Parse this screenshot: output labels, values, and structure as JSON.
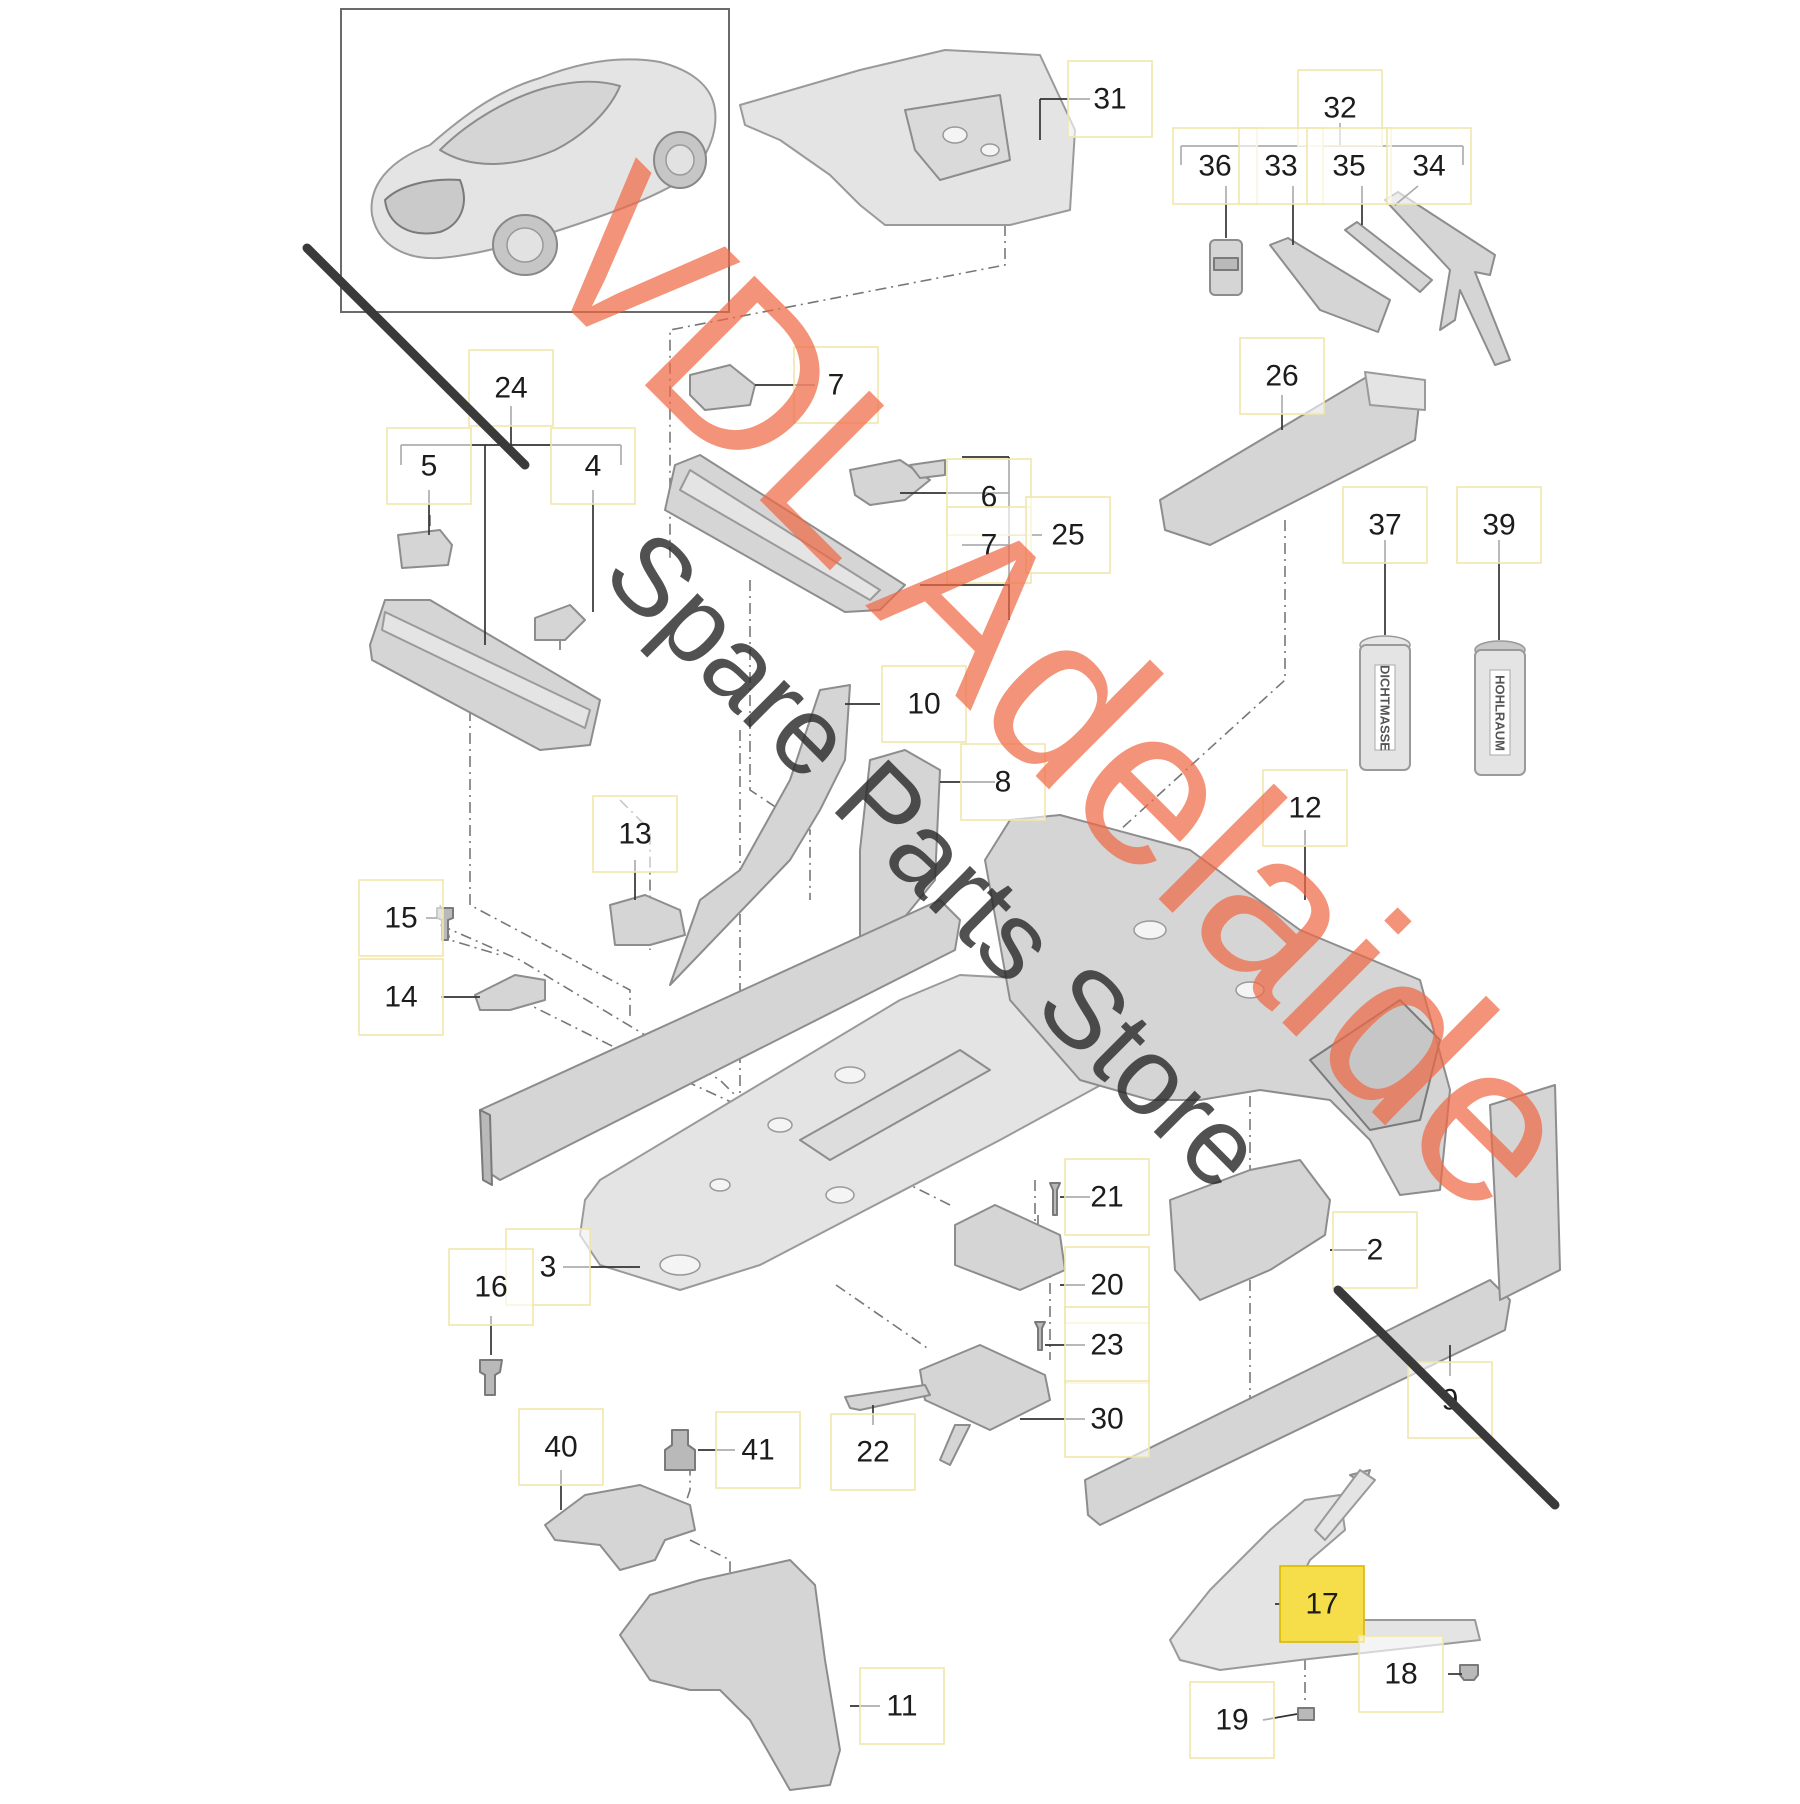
{
  "watermark": {
    "line1": "VDL Adelaide",
    "line2": "Spare Parts Store"
  },
  "colors": {
    "watermark_primary": "#ee6a45",
    "watermark_secondary": "#2b2b2b",
    "highlight": "#f6de4a"
  },
  "canisters": {
    "c37": "DICHTMASSE",
    "c39": "HOHLRAUM"
  },
  "callouts": [
    {
      "id": "p31",
      "text": "31"
    },
    {
      "id": "p32",
      "text": "32"
    },
    {
      "id": "p36",
      "text": "36"
    },
    {
      "id": "p33",
      "text": "33"
    },
    {
      "id": "p35",
      "text": "35"
    },
    {
      "id": "p34",
      "text": "34"
    },
    {
      "id": "p24",
      "text": "24"
    },
    {
      "id": "p7a",
      "text": "7"
    },
    {
      "id": "p5",
      "text": "5"
    },
    {
      "id": "p4",
      "text": "4"
    },
    {
      "id": "p6",
      "text": "6"
    },
    {
      "id": "p7b",
      "text": "7"
    },
    {
      "id": "p25",
      "text": "25"
    },
    {
      "id": "p26",
      "text": "26"
    },
    {
      "id": "p37",
      "text": "37"
    },
    {
      "id": "p39",
      "text": "39"
    },
    {
      "id": "p10",
      "text": "10"
    },
    {
      "id": "p8",
      "text": "8"
    },
    {
      "id": "p12",
      "text": "12"
    },
    {
      "id": "p13",
      "text": "13"
    },
    {
      "id": "p15",
      "text": "15"
    },
    {
      "id": "p14",
      "text": "14"
    },
    {
      "id": "p21",
      "text": "21"
    },
    {
      "id": "p2",
      "text": "2"
    },
    {
      "id": "p3",
      "text": "3"
    },
    {
      "id": "p16",
      "text": "16"
    },
    {
      "id": "p20",
      "text": "20"
    },
    {
      "id": "p23",
      "text": "23"
    },
    {
      "id": "p9",
      "text": "9"
    },
    {
      "id": "p30",
      "text": "30"
    },
    {
      "id": "p22",
      "text": "22"
    },
    {
      "id": "p40",
      "text": "40"
    },
    {
      "id": "p41",
      "text": "41"
    },
    {
      "id": "p17",
      "text": "17",
      "highlighted": true
    },
    {
      "id": "p18",
      "text": "18"
    },
    {
      "id": "p19",
      "text": "19"
    },
    {
      "id": "p11",
      "text": "11"
    }
  ]
}
